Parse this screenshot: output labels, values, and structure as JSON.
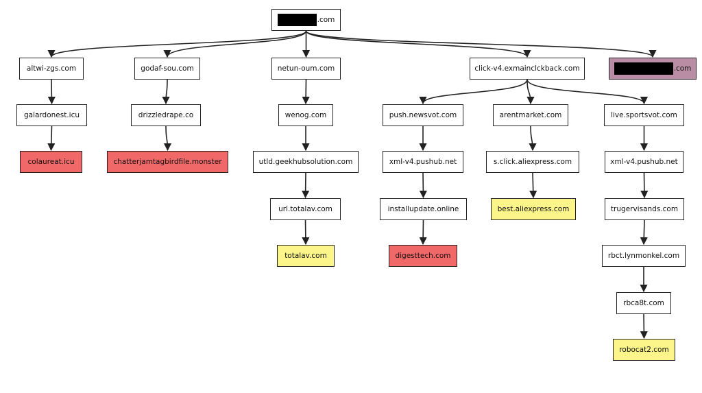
{
  "diagram": {
    "colors": {
      "default": "#ffffff",
      "red": "#f06868",
      "yellow": "#fbf58a",
      "purple": "#b98ea5",
      "stroke": "#222222",
      "redaction": "#000000"
    },
    "nodes": {
      "root": {
        "label": ".com",
        "redacted": true,
        "fill": "default"
      },
      "n_altwi": {
        "label": "altwi-zgs.com",
        "fill": "default"
      },
      "n_galardonest": {
        "label": "galardonest.icu",
        "fill": "default"
      },
      "n_colaureat": {
        "label": "colaureat.icu",
        "fill": "red"
      },
      "n_godaf": {
        "label": "godaf-sou.com",
        "fill": "default"
      },
      "n_drizzledrape": {
        "label": "drizzledrape.co",
        "fill": "default"
      },
      "n_chatterjam": {
        "label": "chatterjamtagbirdfile.monster",
        "fill": "red"
      },
      "n_netun": {
        "label": "netun-oum.com",
        "fill": "default"
      },
      "n_wenog": {
        "label": "wenog.com",
        "fill": "default"
      },
      "n_utld": {
        "label": "utld.geekhubsolution.com",
        "fill": "default"
      },
      "n_urltotalav": {
        "label": "url.totalav.com",
        "fill": "default"
      },
      "n_totalav": {
        "label": "totalav.com",
        "fill": "yellow"
      },
      "n_clickv4": {
        "label": "click-v4.exmainclckback.com",
        "fill": "default"
      },
      "n_pushnewsvot": {
        "label": "push.newsvot.com",
        "fill": "default"
      },
      "n_xmlv4a": {
        "label": "xml-v4.pushub.net",
        "fill": "default"
      },
      "n_installupdate": {
        "label": "installupdate.online",
        "fill": "default"
      },
      "n_digesttech": {
        "label": "digesttech.com",
        "fill": "red"
      },
      "n_arentmarket": {
        "label": "arentmarket.com",
        "fill": "default"
      },
      "n_sclick": {
        "label": "s.click.aliexpress.com",
        "fill": "default"
      },
      "n_bestali": {
        "label": "best.aliexpress.com",
        "fill": "yellow"
      },
      "n_livesportsvot": {
        "label": "live.sportsvot.com",
        "fill": "default"
      },
      "n_xmlv4b": {
        "label": "xml-v4.pushub.net",
        "fill": "default"
      },
      "n_trugervisands": {
        "label": "trugervisands.com",
        "fill": "default"
      },
      "n_rbct": {
        "label": "rbct.lynmonkel.com",
        "fill": "default"
      },
      "n_rbca8t": {
        "label": "rbca8t.com",
        "fill": "default"
      },
      "n_robocat2": {
        "label": "robocat2.com",
        "fill": "yellow"
      },
      "n_redacted2": {
        "label": ".com",
        "redacted": true,
        "fill": "purple"
      }
    },
    "edges": [
      [
        "root",
        "n_altwi"
      ],
      [
        "root",
        "n_godaf"
      ],
      [
        "root",
        "n_netun"
      ],
      [
        "root",
        "n_clickv4"
      ],
      [
        "root",
        "n_redacted2"
      ],
      [
        "n_altwi",
        "n_galardonest"
      ],
      [
        "n_galardonest",
        "n_colaureat"
      ],
      [
        "n_godaf",
        "n_drizzledrape"
      ],
      [
        "n_drizzledrape",
        "n_chatterjam"
      ],
      [
        "n_netun",
        "n_wenog"
      ],
      [
        "n_wenog",
        "n_utld"
      ],
      [
        "n_utld",
        "n_urltotalav"
      ],
      [
        "n_urltotalav",
        "n_totalav"
      ],
      [
        "n_clickv4",
        "n_pushnewsvot"
      ],
      [
        "n_clickv4",
        "n_arentmarket"
      ],
      [
        "n_clickv4",
        "n_livesportsvot"
      ],
      [
        "n_pushnewsvot",
        "n_xmlv4a"
      ],
      [
        "n_xmlv4a",
        "n_installupdate"
      ],
      [
        "n_installupdate",
        "n_digesttech"
      ],
      [
        "n_arentmarket",
        "n_sclick"
      ],
      [
        "n_sclick",
        "n_bestali"
      ],
      [
        "n_livesportsvot",
        "n_xmlv4b"
      ],
      [
        "n_xmlv4b",
        "n_trugervisands"
      ],
      [
        "n_trugervisands",
        "n_rbct"
      ],
      [
        "n_rbct",
        "n_rbca8t"
      ],
      [
        "n_rbca8t",
        "n_robocat2"
      ]
    ]
  }
}
